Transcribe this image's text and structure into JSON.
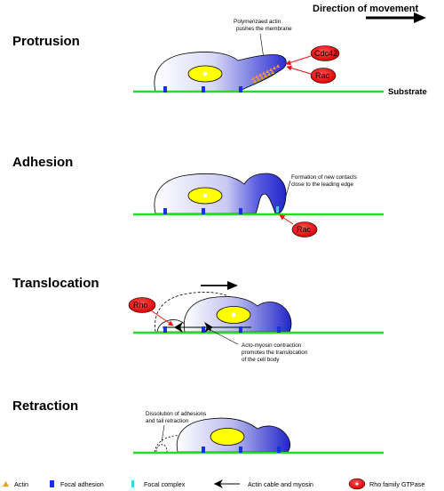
{
  "header": {
    "direction_label": "Direction of movement"
  },
  "stages": {
    "protrusion": {
      "title": "Protrusion",
      "annotation": [
        "Polymerizaed actin",
        "pushes the membrane"
      ],
      "substrate_label": "Substrate",
      "gtpases": [
        "Cdc42",
        "Rac"
      ]
    },
    "adhesion": {
      "title": "Adhesion",
      "annotation": [
        "Formation of new contacts",
        "close to the leading edge"
      ],
      "gtpase": "Rac"
    },
    "translocation": {
      "title": "Translocation",
      "annotation": [
        "Acto-myosin contraction",
        "promotes the translocation",
        "of the cell body"
      ],
      "gtpase": "Rho"
    },
    "retraction": {
      "title": "Retraction",
      "annotation": [
        "Dissolution of adhesions",
        "and tail retraction"
      ]
    }
  },
  "legend": [
    {
      "icon": "actin-triangle-icon",
      "label": "Actin"
    },
    {
      "icon": "focal-adhesion-icon",
      "label": "Focal adhesion"
    },
    {
      "icon": "focal-complex-icon",
      "label": "Focal complex"
    },
    {
      "icon": "actin-cable-myosin-icon",
      "label": "Actin cable and myosin"
    },
    {
      "icon": "rho-gtpase-icon",
      "label": "Rho family GTPase"
    }
  ],
  "colors": {
    "substrate": "#22dd22",
    "focal_adhesion": "#1a2ee8",
    "focal_complex": "#33d6d6",
    "cell_gradient_light": "#ffffff",
    "cell_gradient_dark": "#2b2fd1",
    "nucleus": "#ffff00",
    "gtpase_fill": "#ee1111",
    "annotation_arrow": "#ee1111",
    "actin": "#f29a1a"
  }
}
